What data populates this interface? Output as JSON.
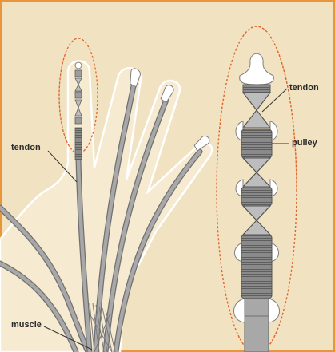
{
  "labels": {
    "tendon_left": "tendon",
    "muscle": "muscle",
    "tendon_right": "tendon",
    "pulley": "pulley"
  },
  "colors": {
    "border": "#e8963a",
    "background": "#f1e2c2",
    "hand_fill": "#f6ead0",
    "hand_outline": "#ffffff",
    "tendon": "#9c9c9c",
    "tendon_edge": "#707070",
    "pulley": "#7e7e7e",
    "sheath_outline": "#e0642b",
    "leader_line": "#333333"
  }
}
